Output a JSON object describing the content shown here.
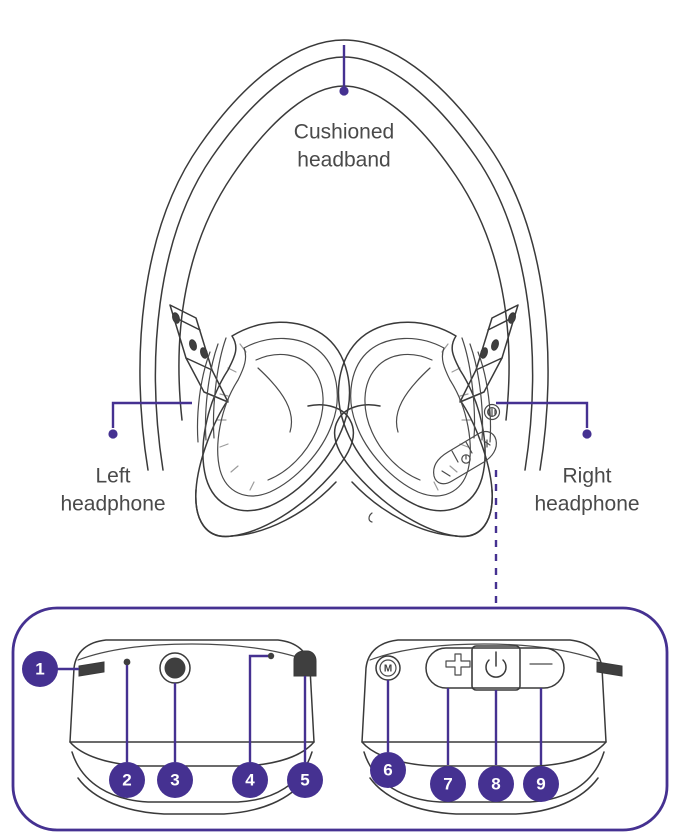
{
  "diagram": {
    "title": "Headphone parts diagram",
    "accent_color": "#453191",
    "text_color": "#4a4a4a",
    "line_color": "#3a3a3a",
    "background_color": "#ffffff"
  },
  "callouts": {
    "headband": {
      "label_line1": "Cushioned",
      "label_line2": "headband"
    },
    "left": {
      "label_line1": "Left",
      "label_line2": "headphone"
    },
    "right": {
      "label_line1": "Right",
      "label_line2": "headphone"
    }
  },
  "detail_panel": {
    "left_cup_name": "left-earcup-detail",
    "right_cup_name": "right-earcup-detail",
    "markers": [
      {
        "number": "1",
        "name": "speaker-grille-slot"
      },
      {
        "number": "2",
        "name": "reset-pinhole"
      },
      {
        "number": "3",
        "name": "aux-audio-jack"
      },
      {
        "number": "4",
        "name": "status-led"
      },
      {
        "number": "5",
        "name": "usb-charging-port"
      },
      {
        "number": "6",
        "name": "microphone"
      },
      {
        "number": "7",
        "name": "volume-up-button"
      },
      {
        "number": "8",
        "name": "power-button"
      },
      {
        "number": "9",
        "name": "volume-down-button"
      }
    ],
    "button_icons": {
      "microphone": "M",
      "volume_up": "+",
      "power": "power-symbol",
      "volume_down": "−"
    }
  }
}
